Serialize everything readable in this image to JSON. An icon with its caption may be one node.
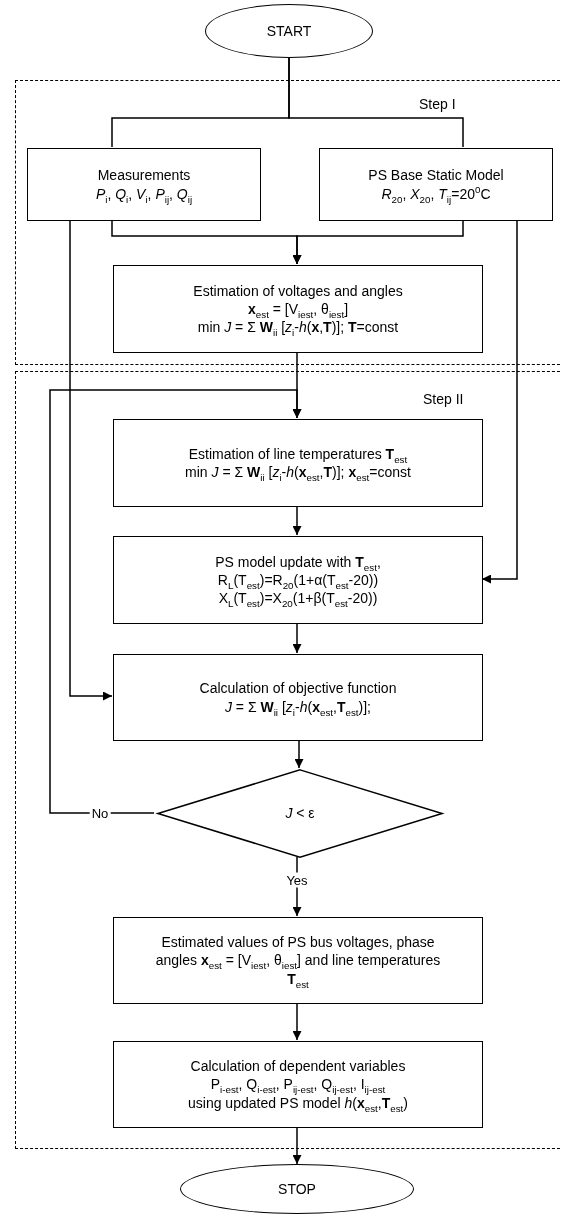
{
  "diagram": {
    "nodes": [
      {
        "text": [
          "START"
        ]
      },
      {
        "text": [
          "Step I"
        ]
      },
      {
        "text": [
          "Measurements",
          "*P*$_{i}$, *Q*$_{i}$, *V*$_{i}$, *P*$_{ij}$, *Q*$_{ij}$"
        ],
        "in": 1
      },
      {
        "text": [
          "PS Base Static Model",
          "*R*$_{20}$, *X*$_{20}$, *T*$_{ij}$=20$^{0}$C"
        ],
        "in": 1
      },
      {
        "text": [
          "Estimation of voltages and angles",
          "**x**$_{est}$ = [V$_{iest}$, θ$_{iest}$]",
          "min *J* = Σ **W**$_{ii}$ [*z*$_{i}$-*h*(**x**,**T**)]; **T**=const"
        ],
        "in": 1
      },
      {
        "text": [
          "Step II"
        ]
      },
      {
        "text": [
          "Estimation of line temperatures **T**$_{est}$",
          "min *J* = Σ **W**$_{ii}$ [*z*$_{i}$-*h*(**x**$_{est}$,**T**)]; **x**$_{est}$=const"
        ],
        "in": 5
      },
      {
        "text": [
          "PS model update with **T**$_{est}$,",
          "R$_{L}$(T$_{est}$)=R$_{20}$(1+α(T$_{est}$-20))",
          "X$_{L}$(T$_{est}$)=X$_{20}$(1+β(T$_{est}$-20))"
        ],
        "in": 5
      },
      {
        "text": [
          "Calculation of objective function",
          "*J* = Σ **W**$_{ii}$ [*z*$_{i}$-*h*(**x**$_{est}$,**T**$_{est}$)];"
        ],
        "in": 5
      },
      {
        "text": [
          "*J* < ε"
        ],
        "in": 5
      },
      {
        "text": [
          "Estimated values of PS bus voltages, phase angles **x**$_{est}$ = [V$_{iest}$, θ$_{iest}$] and line temperatures **T**$_{est}$"
        ],
        "in": 5
      },
      {
        "text": [
          "Calculation of dependent variables",
          "P$_{i-est}$, Q$_{i-est}$, P$_{ij-est}$, Q$_{ij-est}$, I$_{ij-est}$",
          "using updated PS model *h*(**x**$_{est}$,**T**$_{est}$)"
        ],
        "in": 5
      },
      {
        "text": [
          "STOP"
        ]
      }
    ],
    "edges": [
      {
        "from": 0,
        "to": 2,
        "arrow": "none"
      },
      {
        "from": 0,
        "to": 3,
        "arrow": "none"
      },
      {
        "from": 2,
        "to": 4,
        "arrow": "to"
      },
      {
        "from": 3,
        "to": 4,
        "arrow": "to"
      },
      {
        "from": 4,
        "to": 6,
        "arrow": "to"
      },
      {
        "from": 2,
        "to": 8,
        "arrow": "to"
      },
      {
        "from": 3,
        "to": 7,
        "arrow": "to"
      },
      {
        "from": 6,
        "to": 7,
        "arrow": "to"
      },
      {
        "from": 7,
        "to": 8,
        "arrow": "to"
      },
      {
        "from": 8,
        "to": 9,
        "arrow": "to"
      },
      {
        "from": 9,
        "to": 6,
        "arrow": "to",
        "label": "No"
      },
      {
        "from": 9,
        "to": 10,
        "arrow": "to",
        "label": "Yes"
      },
      {
        "from": 10,
        "to": 11,
        "arrow": "to"
      },
      {
        "from": 11,
        "to": 12,
        "arrow": "to"
      }
    ]
  }
}
